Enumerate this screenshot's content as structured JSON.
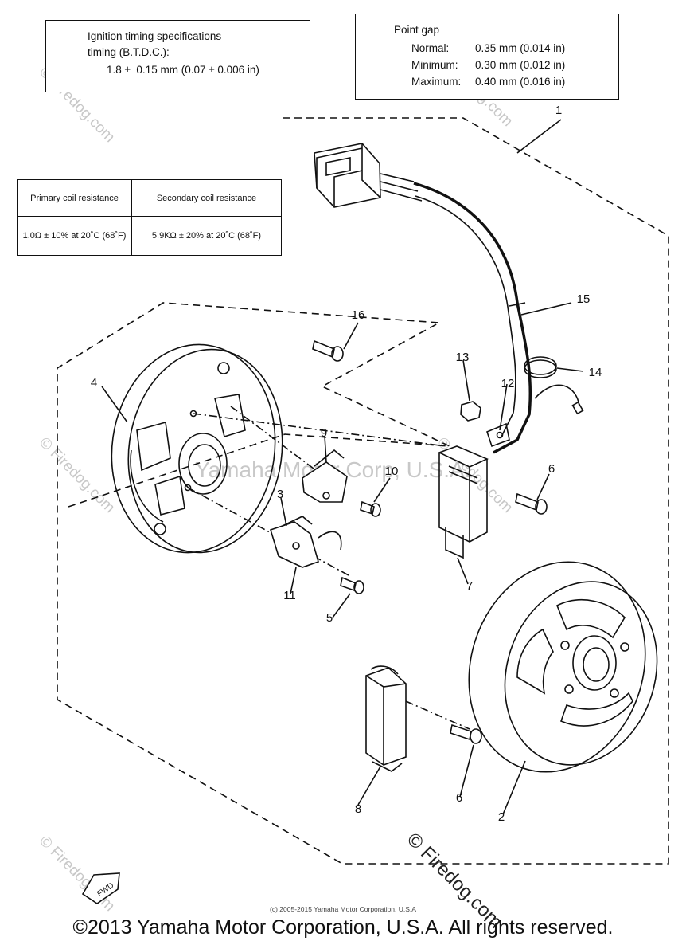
{
  "timing_box": {
    "line1": "Ignition timing specifications",
    "line2": "timing (B.T.D.C.):",
    "line3": "1.8 ±  0.15 mm (0.07 ± 0.006 in)"
  },
  "point_gap_box": {
    "title": "Point gap",
    "rows": [
      {
        "label": "Normal:",
        "value": "0.35 mm (0.014 in)"
      },
      {
        "label": "Minimum:",
        "value": "0.30 mm (0.012 in)"
      },
      {
        "label": "Maximum:",
        "value": "0.40 mm (0.016 in)"
      }
    ]
  },
  "resistance_table": {
    "headers": [
      "Primary coil resistance",
      "Secondary coil resistance"
    ],
    "values": [
      "1.0Ω ± 10% at 20˚C (68˚F)",
      "5.9KΩ ± 20% at 20˚C (68˚F)"
    ]
  },
  "callouts": [
    "1",
    "2",
    "3",
    "4",
    "5",
    "6",
    "6",
    "7",
    "8",
    "9",
    "10",
    "11",
    "12",
    "13",
    "14",
    "15",
    "16"
  ],
  "fwd_label": "FWD",
  "watermarks": [
    "© Firedog.com",
    "Yamaha Motor Corp, U.S.A.",
    "© Firedog.com"
  ],
  "small_copyright": "(c) 2005-2015 Yamaha Motor Corporation, U.S.A",
  "footer_copyright": "©2013 Yamaha Motor Corporation, U.S.A. All rights reserved."
}
